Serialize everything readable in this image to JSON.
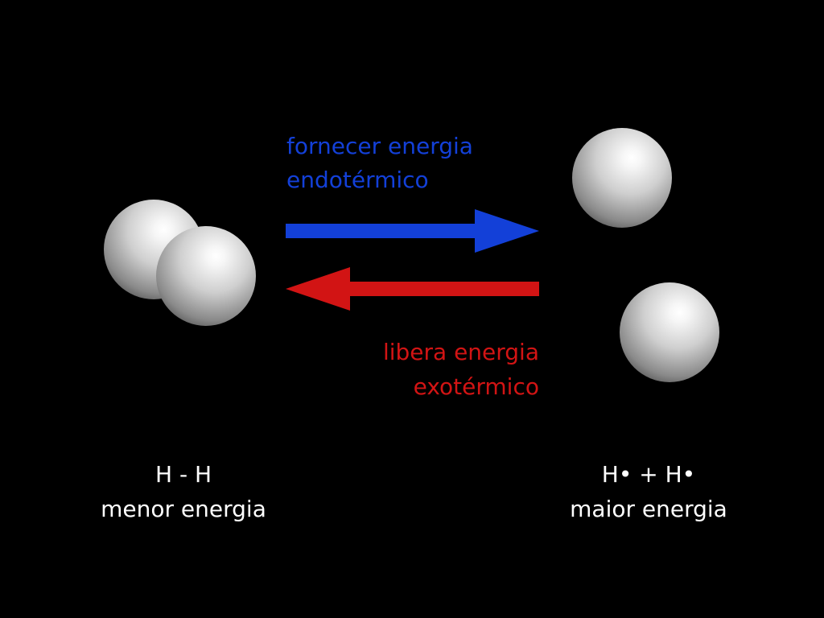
{
  "forward": {
    "line1": "fornecer energia",
    "line2": "endotérmico",
    "color": "#1340d8"
  },
  "reverse": {
    "line1": "libera energia",
    "line2": "exotérmico",
    "color": "#d21414"
  },
  "reactant": {
    "formula": "H - H",
    "caption": "menor energia"
  },
  "products": {
    "formula": "H• + H•",
    "caption": "maior energia"
  },
  "background_color": "#000000"
}
